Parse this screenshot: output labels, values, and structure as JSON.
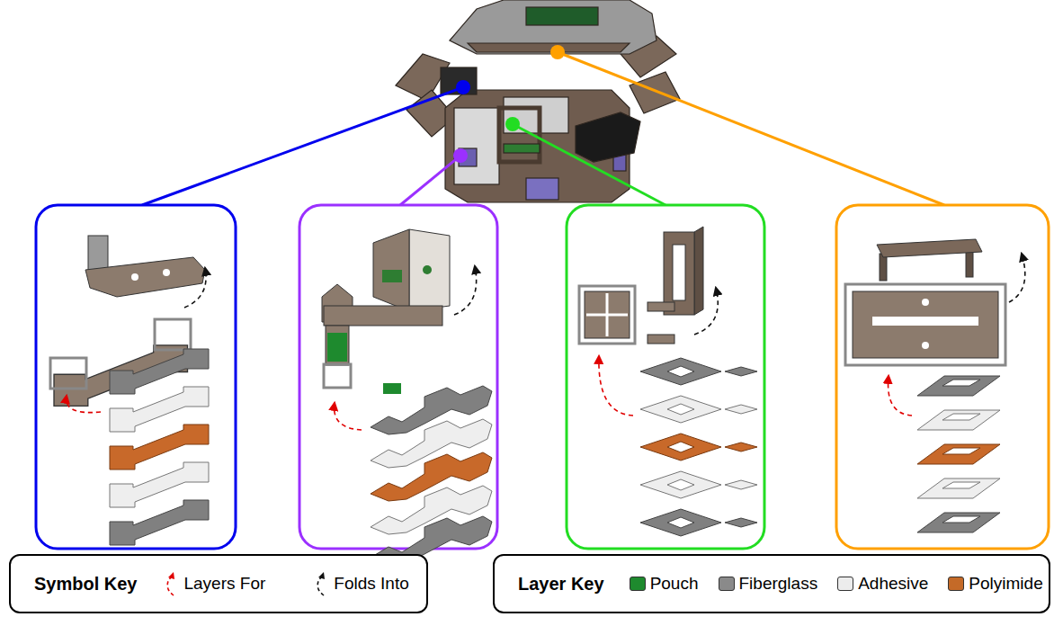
{
  "diagram": {
    "nodes": [
      {
        "text": [
          "Symbol Key"
        ]
      },
      {
        "text": [
          "Layer Key"
        ]
      }
    ],
    "legend": [
      {
        "text": "Layers For"
      },
      {
        "text": "Folds Into"
      },
      {
        "text": "Pouch",
        "color": "#1e8a2e"
      },
      {
        "text": "Fiberglass",
        "color": "#8a8a8a"
      },
      {
        "text": "Adhesive",
        "color": "#ececec"
      },
      {
        "text": "Polyimide",
        "color": "#c46a28"
      }
    ]
  }
}
